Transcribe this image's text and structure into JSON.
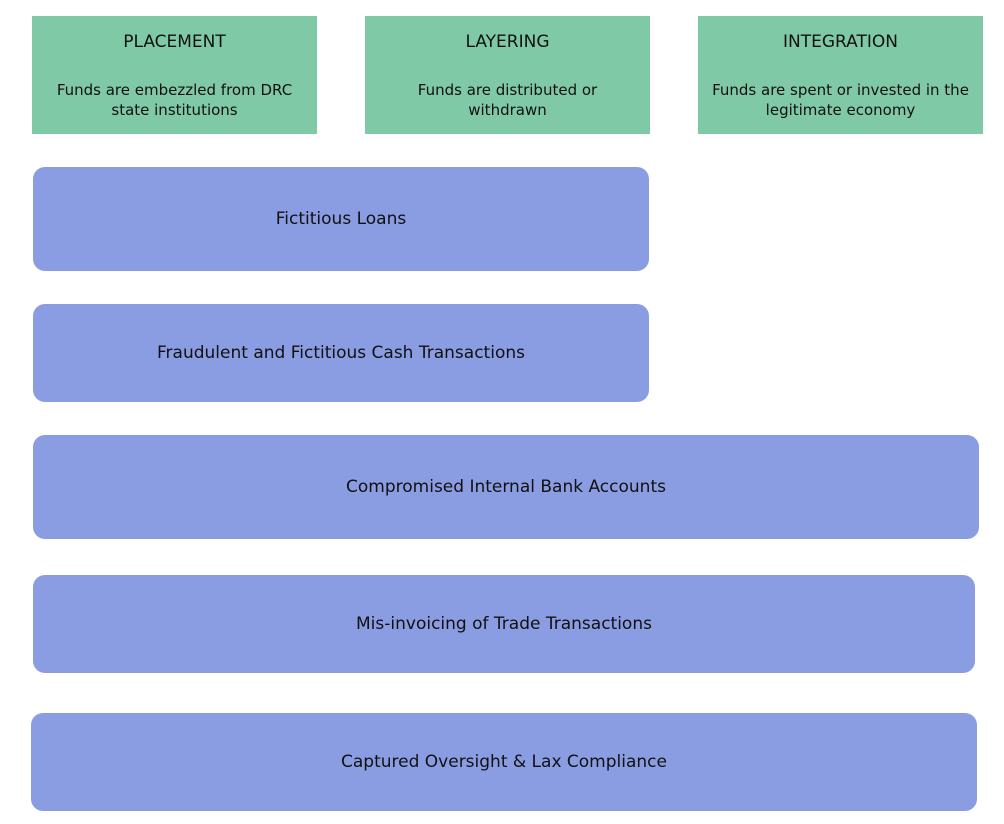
{
  "stages": [
    {
      "title": "PLACEMENT",
      "description": "Funds are embezzled from DRC state institutions"
    },
    {
      "title": "LAYERING",
      "description": "Funds are distributed or withdrawn"
    },
    {
      "title": "INTEGRATION",
      "description": "Funds are spent or invested in the legitimate economy"
    }
  ],
  "methods": [
    {
      "label": "Fictitious Loans"
    },
    {
      "label": "Fraudulent and Fictitious Cash Transactions"
    },
    {
      "label": "Compromised Internal Bank Accounts"
    },
    {
      "label": "Mis-invoicing of Trade Transactions"
    },
    {
      "label": "Captured Oversight & Lax Compliance"
    }
  ],
  "colors": {
    "stage_fill": "#80c9a6",
    "method_fill": "#8a9de2"
  }
}
